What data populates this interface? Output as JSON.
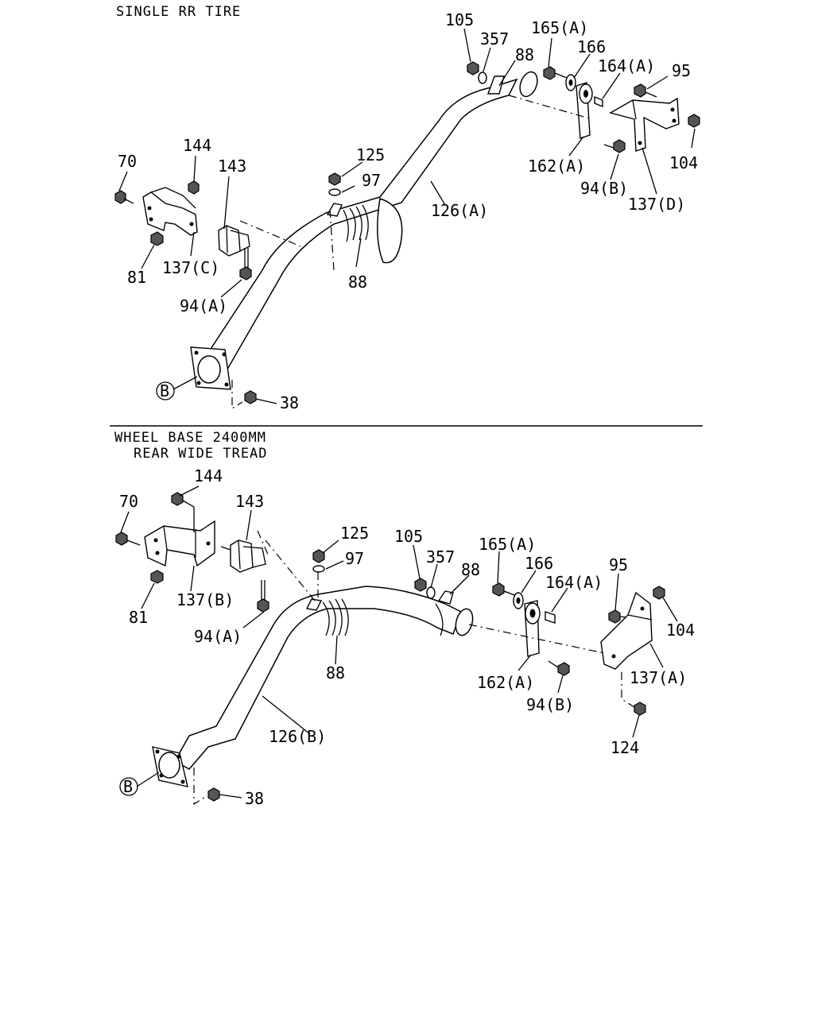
{
  "sections": [
    {
      "title": "SINGLE RR TIRE",
      "labels": {
        "l105": "105",
        "l357": "357",
        "l88a": "88",
        "l165": "165(A)",
        "l166": "166",
        "l164": "164(A)",
        "l95": "95",
        "l104": "104",
        "l162": "162(A)",
        "l94b": "94(B)",
        "l137d": "137(D)",
        "l126": "126(A)",
        "l125": "125",
        "l97": "97",
        "l88b": "88",
        "l144": "144",
        "l143": "143",
        "l70": "70",
        "l81": "81",
        "l137c": "137(C)",
        "l94a": "94(A)",
        "l38": "38",
        "lB": "B"
      }
    },
    {
      "title_line1": "WHEEL BASE 2400MM",
      "title_line2": "REAR WIDE TREAD",
      "labels": {
        "l144": "144",
        "l143": "143",
        "l70": "70",
        "l125": "125",
        "l97": "97",
        "l105": "105",
        "l357": "357",
        "l88a": "88",
        "l165": "165(A)",
        "l166": "166",
        "l164": "164(A)",
        "l95": "95",
        "l104": "104",
        "l81": "81",
        "l137b": "137(B)",
        "l94a": "94(A)",
        "l88b": "88",
        "l162": "162(A)",
        "l94b": "94(B)",
        "l137a": "137(A)",
        "l124": "124",
        "l126": "126(B)",
        "lB": "B",
        "l38": "38"
      }
    }
  ]
}
